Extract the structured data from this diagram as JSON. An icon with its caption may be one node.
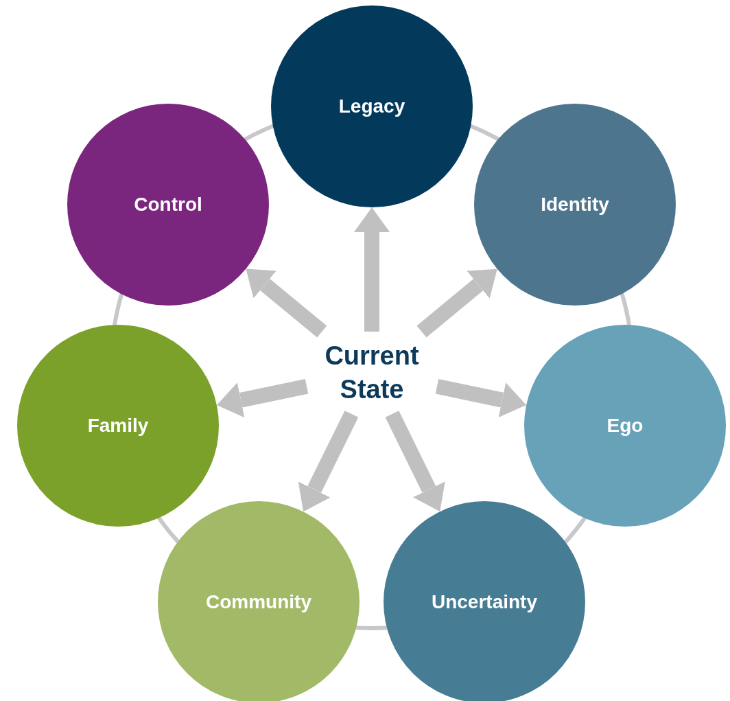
{
  "diagram": {
    "nodes": [
      {
        "text": [
          "Legacy"
        ]
      },
      {
        "text": [
          "Identity"
        ]
      },
      {
        "text": [
          "Ego"
        ]
      },
      {
        "text": [
          "Uncertainty"
        ]
      },
      {
        "text": [
          "Community"
        ]
      },
      {
        "text": [
          "Family"
        ]
      },
      {
        "text": [
          "Control"
        ]
      },
      {
        "text": [
          "Current State"
        ]
      }
    ],
    "edges": [
      {
        "from": 7,
        "to": 0,
        "arrow": "to"
      },
      {
        "from": 7,
        "to": 1,
        "arrow": "to"
      },
      {
        "from": 7,
        "to": 2,
        "arrow": "to"
      },
      {
        "from": 7,
        "to": 3,
        "arrow": "to"
      },
      {
        "from": 7,
        "to": 4,
        "arrow": "to"
      },
      {
        "from": 7,
        "to": 5,
        "arrow": "to"
      },
      {
        "from": 7,
        "to": 6,
        "arrow": "to"
      }
    ]
  }
}
